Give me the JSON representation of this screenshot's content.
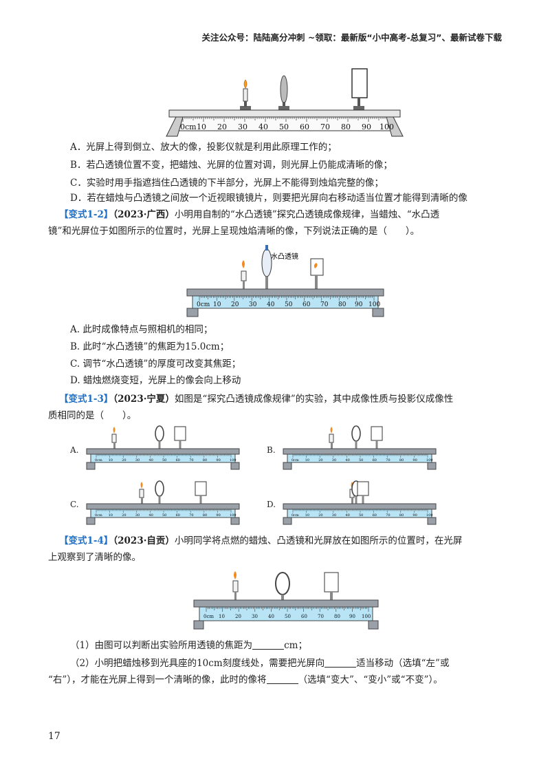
{
  "header": "关注公众号：陆陆高分冲刺  ~领取：最新版“小中高考-总复习”、最新试卷下载",
  "page_number": "17",
  "prev_options": {
    "A": "A．光屏上得到倒立、放大的像，投影仪就是利用此原理工作的；",
    "B": "B．若凸透镜位置不变，把蜡烛、光屏的位置对调，则光屏上仍能成清晰的像；",
    "C": "C．实验时用手指遮挡住凸透镜的下半部分，光屏上不能得到烛焰完整的像；",
    "D": "D．若在蜡烛与凸透镜之间放一个近视眼镜镜片，则要把光屏向右移动适当位置才能得到清晰的像"
  },
  "ruler_numbers": [
    "0cm",
    "10",
    "20",
    "30",
    "40",
    "50",
    "60",
    "70",
    "80",
    "90",
    "100"
  ],
  "q12": {
    "tag": "【变式1-2】",
    "year": "（2023·广西）",
    "line1": "小明用自制的“水凸透镜”探究凸透镜成像规律，当蜡烛、“水凸透",
    "line2": "镜”和光屏位于如图所示的位置时，光屏上呈现烛焰清晰的像，下列说法正确的是（　　）。",
    "lens_label": "水凸透镜",
    "options": {
      "A": "A. 此时成像特点与照相机的相同；",
      "B": "B. 此时“水凸透镜”的焦距为15.0cm；",
      "C": "C. 调节“水凸透镜”的厚度可改变其焦距；",
      "D": "D. 蜡烛燃烧变短，光屏上的像会向上移动"
    }
  },
  "q13": {
    "tag": "【变式1-3】",
    "year": "（2023·宁夏）",
    "line1": "如图是“探究凸透镜成像规律”的实验，其中成像性质与投影仪成像性",
    "line2": "质相同的是（　　）。",
    "option_labels": [
      "A.",
      "B.",
      "C.",
      "D."
    ]
  },
  "q14": {
    "tag": "【变式1-4】",
    "year": "（2023·自贡）",
    "line1": "小明同学将点燃的蜡烛、凸透镜和光屏放在如图所示的位置时，在光屏",
    "line2": "上观察到了清晰的像。",
    "sub1_a": "（1）由图可以判断出实验所用透镜的焦距为",
    "sub1_b": "cm；",
    "sub2_a": "（2）小明把蜡烛移到光具座的10cm刻度线处，需要把光屏向",
    "sub2_b": "适当移动（选填“左”或",
    "sub2_c": "“右”），才能在光屏上得到一个清晰的像，此时的像将",
    "sub2_d": "（选填“变大”、“变小”或“不变”）。"
  }
}
